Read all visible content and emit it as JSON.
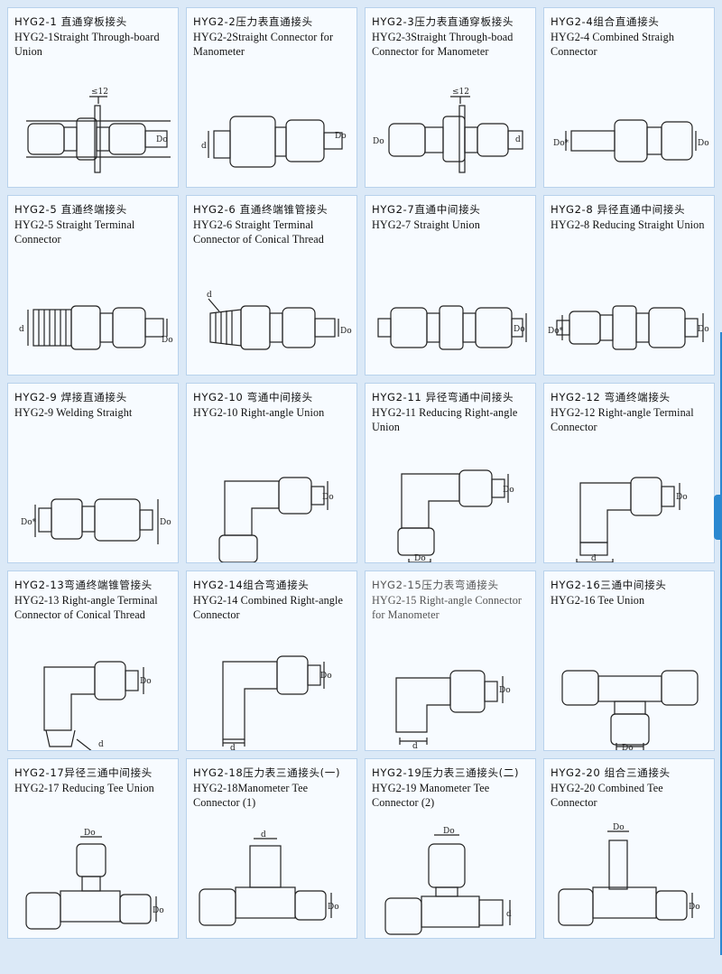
{
  "cells": [
    {
      "cn": "HYG2-1 直通穿板接头",
      "en": "HYG2-1Straight Through-board Union"
    },
    {
      "cn": "HYG2-2压力表直通接头",
      "en": "HYG2-2Straight Connector for Manometer"
    },
    {
      "cn": "HYG2-3压力表直通穿板接头",
      "en": "HYG2-3Straight Through-boad Connector for Manometer"
    },
    {
      "cn": "HYG2-4组合直通接头",
      "en": "HYG2-4 Combined Straigh Connector"
    },
    {
      "cn": "HYG2-5 直通终端接头",
      "en": "HYG2-5 Straight Terminal Connector"
    },
    {
      "cn": "HYG2-6 直通终端锥管接头",
      "en": "HYG2-6 Straight Terminal Connector of Conical Thread"
    },
    {
      "cn": "HYG2-7直通中间接头",
      "en": "HYG2-7 Straight Union"
    },
    {
      "cn": "HYG2-8 异径直通中间接头",
      "en": "HYG2-8 Reducing Straight Union"
    },
    {
      "cn": "HYG2-9 焊接直通接头",
      "en": "HYG2-9 Welding Straight"
    },
    {
      "cn": "HYG2-10 弯通中间接头",
      "en": "HYG2-10 Right-angle Union"
    },
    {
      "cn": "HYG2-11 异径弯通中间接头",
      "en": "HYG2-11 Reducing Right-angle Union"
    },
    {
      "cn": "HYG2-12 弯通终端接头",
      "en": "HYG2-12 Right-angle Terminal Connector"
    },
    {
      "cn": "HYG2-13弯通终端锥管接头",
      "en": "HYG2-13 Right-angle Terminal Connector of Conical Thread"
    },
    {
      "cn": "HYG2-14组合弯通接头",
      "en": "HYG2-14 Combined Right-angle Connector"
    },
    {
      "cn": "HYG2-15压力表弯通接头",
      "en": "HYG2-15 Right-angle Connector for Manometer"
    },
    {
      "cn": "HYG2-16三通中间接头",
      "en": "HYG2-16 Tee Union"
    },
    {
      "cn": "HYG2-17异径三通中间接头",
      "en": "HYG2-17 Reducing Tee Union"
    },
    {
      "cn": "HYG2-18压力表三通接头(一)",
      "en": "HYG2-18Manometer Tee Connector (1)"
    },
    {
      "cn": "HYG2-19压力表三通接头(二)",
      "en": "HYG2-19 Manometer Tee Connector (2)"
    },
    {
      "cn": "HYG2-20 组合三通接头",
      "en": "HYG2-20 Combined Tee Connector"
    }
  ],
  "dims": {
    "d": "d",
    "do": "Do",
    "do_star": "Do*",
    "le12": "≤12"
  }
}
